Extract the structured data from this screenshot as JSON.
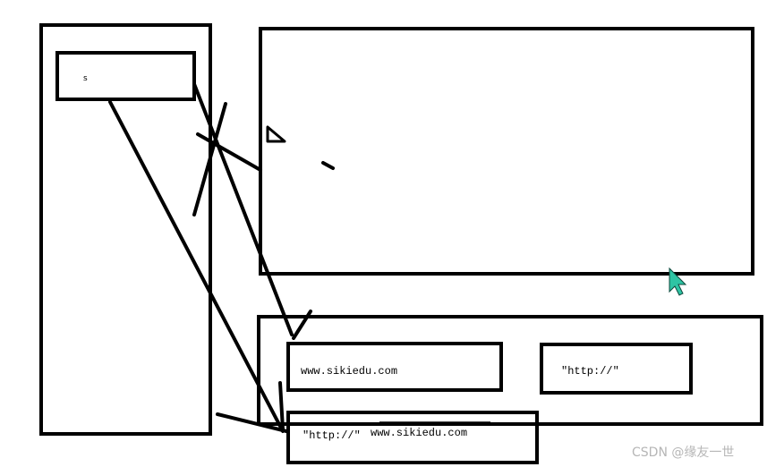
{
  "labels": {
    "small_box": "s",
    "url_box": "www.sikiedu.com",
    "http_box_right": "\"http://\"",
    "bottom_http": "\"http://\"",
    "bottom_url": "www.sikiedu.com"
  },
  "watermark": "CSDN @缘友一世",
  "colors": {
    "stroke": "#000000",
    "background": "#ffffff",
    "cursor": "#2ec4a4",
    "watermark": "#b6b6b6"
  }
}
